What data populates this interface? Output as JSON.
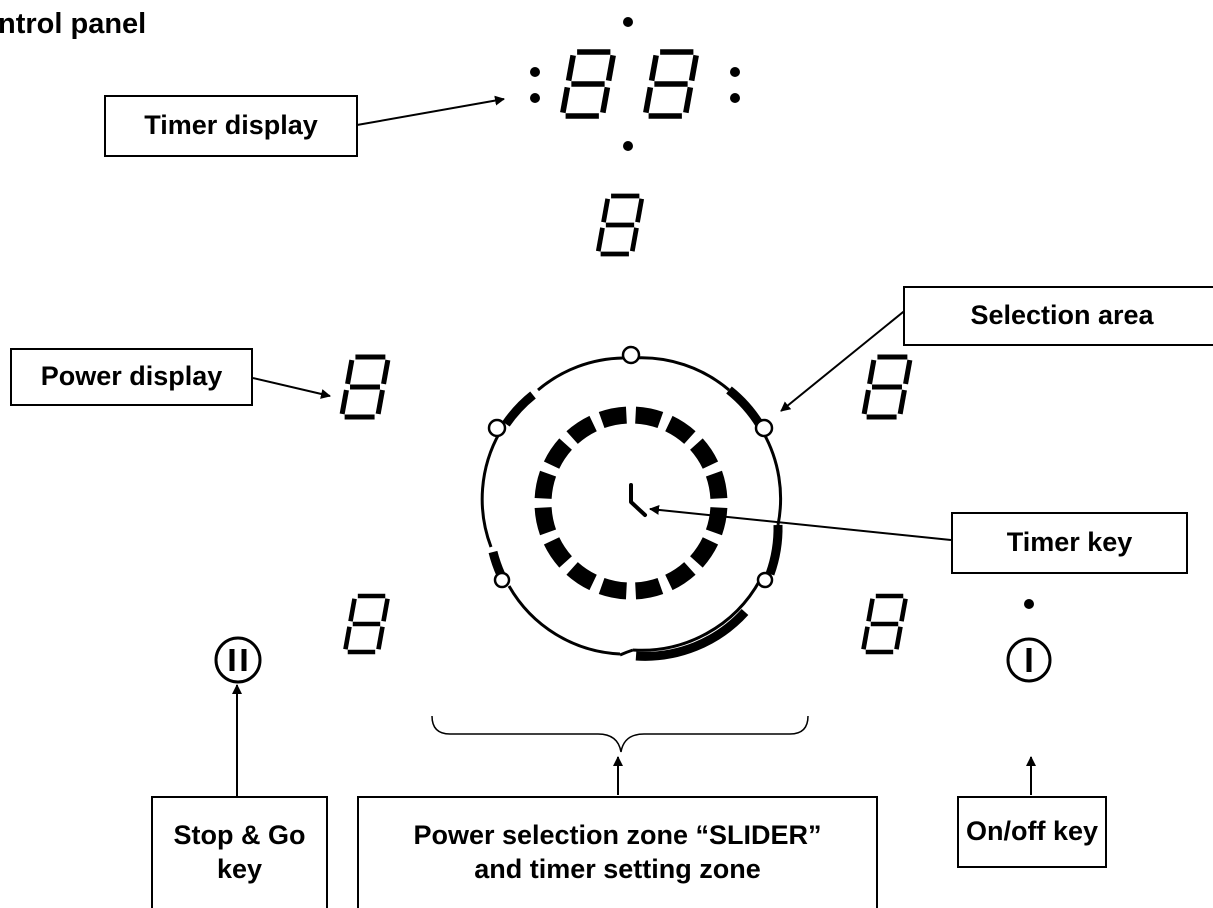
{
  "title": "ntrol panel",
  "labels": {
    "timer_display": "Timer display",
    "selection_area": "Selection area",
    "power_display": "Power display",
    "timer_key": "Timer key",
    "stop_go_key": "Stop & Go\nkey",
    "slider_zone": "Power selection zone “SLIDER”\nand timer setting zone",
    "on_off_key": "On/off key"
  },
  "displays": {
    "digit_glyph": "8",
    "timer_digits": 2,
    "power_displays": 5
  },
  "icons": {
    "stop_go": "pause-circle-icon",
    "on_off": "power-circle-icon",
    "timer": "clock-icon"
  },
  "colors": {
    "ink": "#000000",
    "background": "#ffffff"
  }
}
